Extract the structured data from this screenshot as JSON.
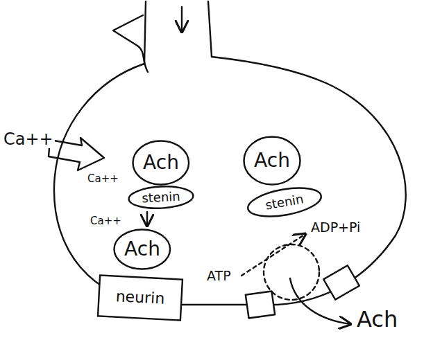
{
  "diagram": {
    "nodes": [
      {
        "text": [
          "Ach"
        ]
      },
      {
        "text": [
          "stenin"
        ]
      },
      {
        "text": [
          "Ach"
        ]
      },
      {
        "text": [
          "stenin"
        ]
      },
      {
        "text": [
          "Ach"
        ]
      },
      {
        "text": [
          "neurin"
        ]
      }
    ],
    "labels": [
      "Ca++",
      "Ca++",
      "Ca++",
      "ATP",
      "ADP+Pi",
      "Ach"
    ]
  }
}
